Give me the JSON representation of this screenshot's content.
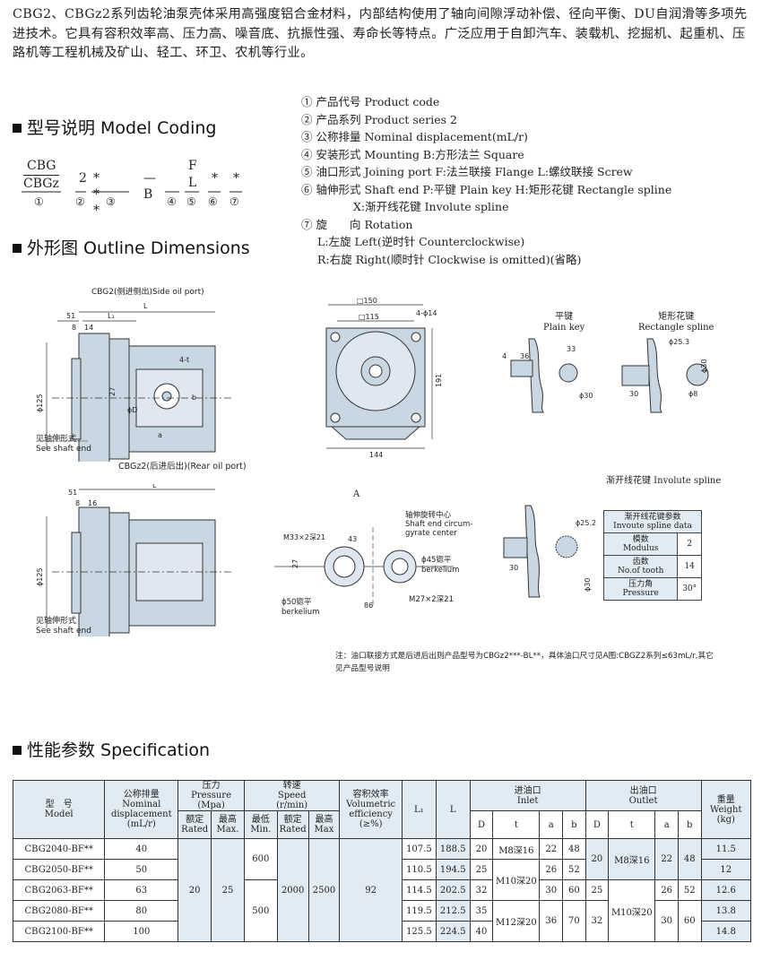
{
  "intro": "CBG2、CBGz2系列齿轮油泵壳体采用高强度铝合金材料，内部结构使用了轴向间隙浮动补偿、径向平衡、DU自润滑等多项先进技术。它具有容积效率高、压力高、噪音底、抗振性强、寿命长等特点。广泛应用于自卸汽车、装载机、挖掘机、起重机、压路机等工程机械及矿山、轻工、环卫、农机等行业。",
  "model_coding": {
    "title": "型号说明 Model Coding",
    "code_top": "CBG",
    "code_bottom": "CBGz",
    "code_2": "2",
    "code_stars": "* * *",
    "code_dash_b": "—B",
    "code_f": "F",
    "code_l": "L",
    "code_s1": "*",
    "code_s2": "*",
    "circ": [
      "①",
      "②",
      "③",
      "④",
      "⑤",
      "⑥",
      "⑦"
    ],
    "list": [
      "① 产品代号 Product code",
      "② 产品系列 Product series 2",
      "③ 公称排量 Nominal displacement(mL/r)",
      "④ 安装形式 Mounting B:方形法兰 Square",
      "⑤ 油口形式 Joining port F:法兰联接 Flange L:螺纹联接 Screw",
      "⑥ 轴伸形式 Shaft end P:平键 Plain key H:矩形花键 Rectangle spline",
      "X:渐开线花键 Involute spline",
      "⑦ 旋　　向 Rotation",
      "L:左旋 Left(逆时针 Counterclockwise)",
      "R:右旋 Right(顺时针 Clockwise is omitted)(省略)"
    ]
  },
  "outline": {
    "title": "外形图 Outline Dimensions",
    "side_port": "CBG2(侧进侧出)Side oil port)",
    "rear_port": "CBGz2(后进后出)(Rear oil port)",
    "see_shaft_cn": "见轴伸形式",
    "see_shaft_en1": "See shaft end",
    "see_shaft_en2": "See shaft end",
    "plain_key_cn": "平键",
    "plain_key_en": "Plain key",
    "rect_spline_cn": "矩形花键",
    "rect_spline_en": "Rectangle spline",
    "involute_title": "渐开线花键 Involute spline",
    "label_a": "A",
    "rot_center_cn": "轴伸旋转中心",
    "rot_center_en1": "Shaft end circum-",
    "rot_center_en2": "gyrate center",
    "m33": "M33×2深21",
    "m27": "M27×2深21",
    "d45": "ϕ45锪平",
    "d50": "ϕ50锪平",
    "berkelium": "berkelium",
    "dims": {
      "L": "L",
      "L1": "L₁",
      "d51": "51",
      "d8": "8",
      "d14": "14",
      "d16": "16",
      "d125": "ϕ125",
      "d27": "27",
      "d4t": "4-t",
      "dD": "ϕD",
      "da": "a",
      "db": "b",
      "sq150": "□150",
      "sq115": "□115",
      "d4phi14": "4-ϕ14",
      "d191": "191",
      "d144": "144",
      "d4": "4",
      "d36": "36",
      "d33": "33",
      "d30": "ϕ30",
      "d253": "ϕ25.3",
      "d30b": "ϕ30",
      "d30c": "30",
      "d8b": "ϕ8",
      "d43": "43",
      "d86": "86",
      "d252": "ϕ25.2",
      "d30d": "30",
      "d30e": "ϕ30"
    },
    "involute_table": {
      "header_cn": "渐开线花键参数",
      "header_en": "Invoute spline data",
      "rows": [
        {
          "cn": "模数",
          "en": "Modulus",
          "val": "2"
        },
        {
          "cn": "齿数",
          "en": "No.of tooth",
          "val": "14"
        },
        {
          "cn": "压力角",
          "en": "Pressure",
          "val": "30°"
        }
      ]
    },
    "note": "注：油口联接方式是后进后出则产品型号为CBGz2***-BL**，具体油口尺寸见A图:CBGZ2系列≤63mL/r,其它见产品型号说明"
  },
  "spec": {
    "title": "性能参数 Specification",
    "headers": {
      "model": "型　号\nModel",
      "disp": "公称排量\nNominal\ndisplacement\n(mL/r)",
      "pressure": "压力\nPressure\n(Mpa)",
      "rated": "额定\nRated",
      "max": "最高\nMax.",
      "speed": "转速\nSpeed\n(r/min)",
      "min": "最低\nMin.",
      "rated2": "额定\nRated",
      "max2": "最高\nMax",
      "vol": "容积效率\nVolumetric\nefficiency\n(≥%)",
      "L1": "L₁",
      "L": "L",
      "inlet": "进油口\nInlet",
      "outlet": "出油口\nOutlet",
      "weight": "重量\nWeight\n(kg)",
      "D": "D",
      "t": "t",
      "a": "a",
      "b": "b"
    },
    "rows": [
      {
        "model": "CBG2040-BF**",
        "disp": "40",
        "L1": "107.5",
        "L": "188.5",
        "iD": "20",
        "it": "M8深16",
        "ia": "22",
        "ib": "48",
        "w": "11.5"
      },
      {
        "model": "CBG2050-BF**",
        "disp": "50",
        "L1": "110.5",
        "L": "194.5",
        "iD": "25",
        "it": "M10深20",
        "ia": "26",
        "ib": "52",
        "w": "12"
      },
      {
        "model": "CBG2063-BF**",
        "disp": "63",
        "L1": "114.5",
        "L": "202.5",
        "iD": "32",
        "it": "",
        "ia": "30",
        "ib": "60",
        "w": "12.6"
      },
      {
        "model": "CBG2080-BF**",
        "disp": "80",
        "L1": "119.5",
        "L": "212.5",
        "iD": "35",
        "it": "M12深20",
        "ia": "36",
        "ib": "70",
        "w": "13.8"
      },
      {
        "model": "CBG2100-BF**",
        "disp": "100",
        "L1": "125.5",
        "L": "224.5",
        "iD": "40",
        "it": "",
        "ia": "",
        "ib": "",
        "w": "14.8"
      }
    ],
    "merged": {
      "rated_p": "20",
      "max_p": "25",
      "min_s1": "600",
      "min_s2": "500",
      "rated_s": "2000",
      "max_s": "2500",
      "vol": "92",
      "oD1": "20",
      "ot1": "M8深16",
      "oa1": "22",
      "ob1": "48",
      "oD2": "25",
      "oa2": "26",
      "ob2": "52",
      "ot2": "M10深20",
      "oD3": "32",
      "oa3": "30",
      "ob3": "60"
    }
  },
  "colors": {
    "drawing_fill": "#c9d7e3",
    "table_shade": "#e1ebf3"
  }
}
